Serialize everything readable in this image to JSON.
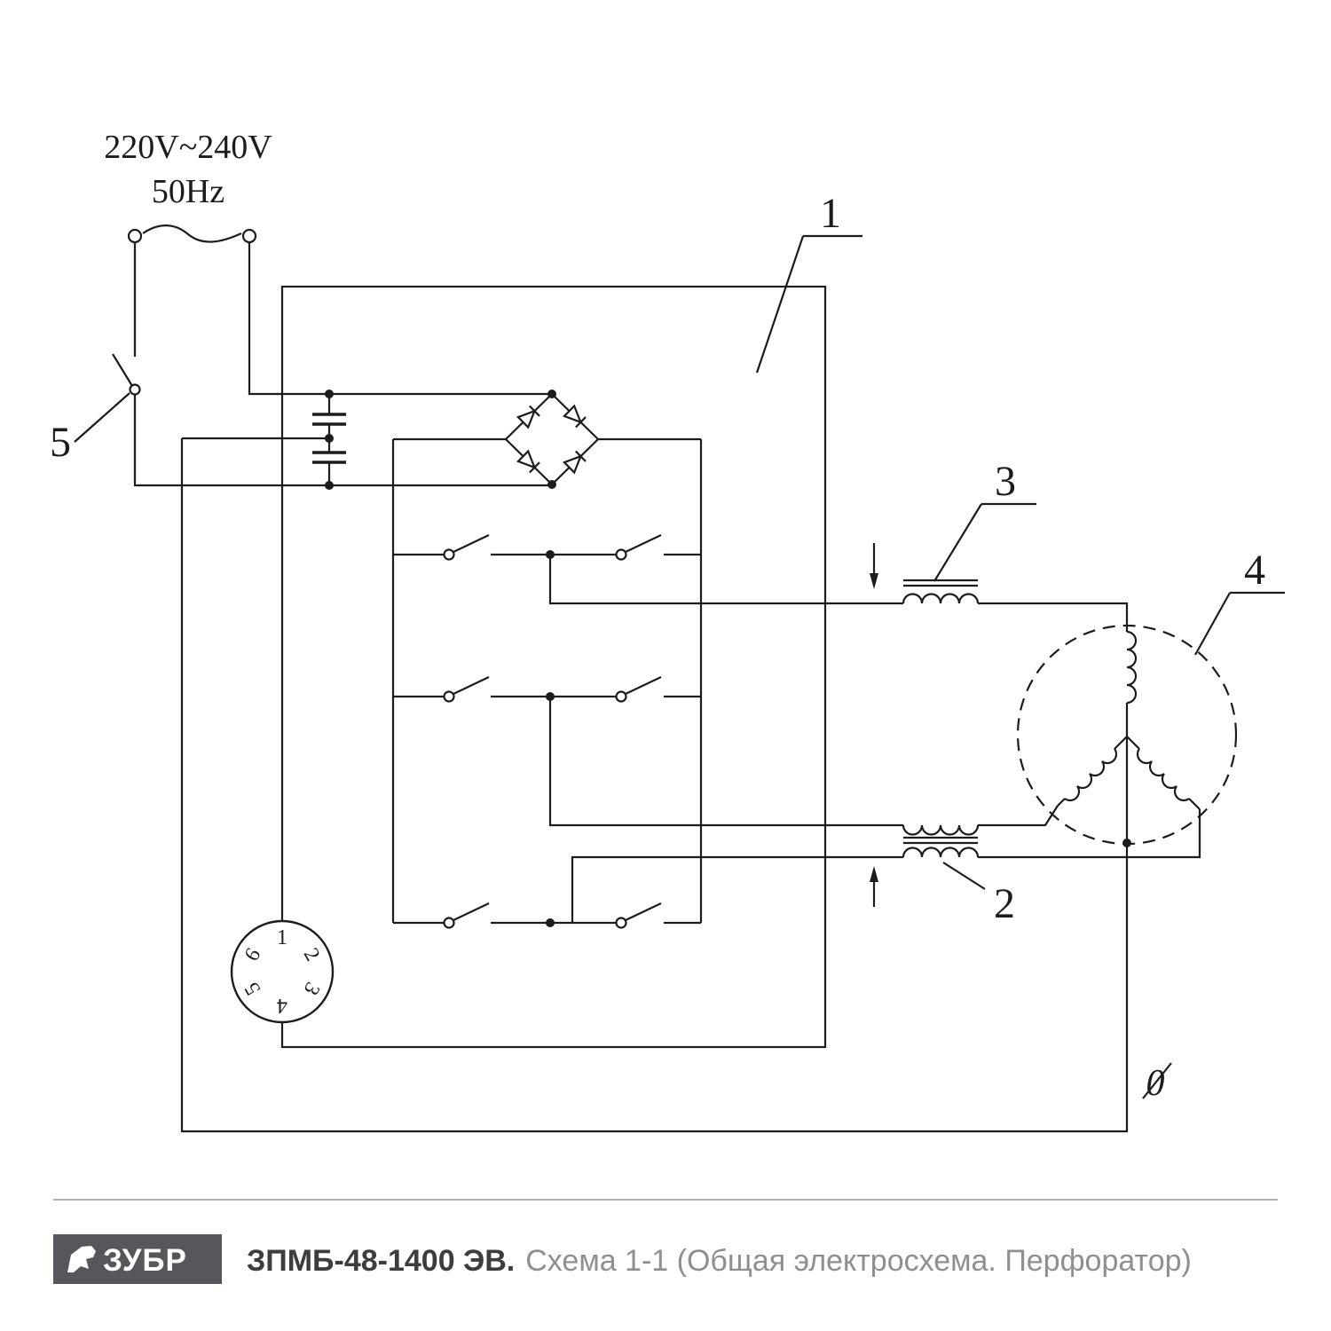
{
  "colors": {
    "line": "#1c1c1c",
    "footer-brand-bg": "#56575b",
    "footer-model-text": "#3d3d3d",
    "footer-desc-text": "#8f8f8f",
    "divider": "#b5b5b5"
  },
  "supply": {
    "voltage": "220V~240V",
    "frequency": "50Hz"
  },
  "callouts": {
    "control_board": "1",
    "lower_coil": "2",
    "upper_coil": "3",
    "motor": "4",
    "power_switch": "5"
  },
  "neutral_mark": "0",
  "connector": {
    "pins": [
      "1",
      "2",
      "3",
      "4",
      "5",
      "6"
    ]
  },
  "footer": {
    "brand": "ЗУБР",
    "model": "ЗПМБ-48-1400 ЭВ.",
    "description": "Схема 1-1 (Общая электросхема. Перфоратор)"
  }
}
